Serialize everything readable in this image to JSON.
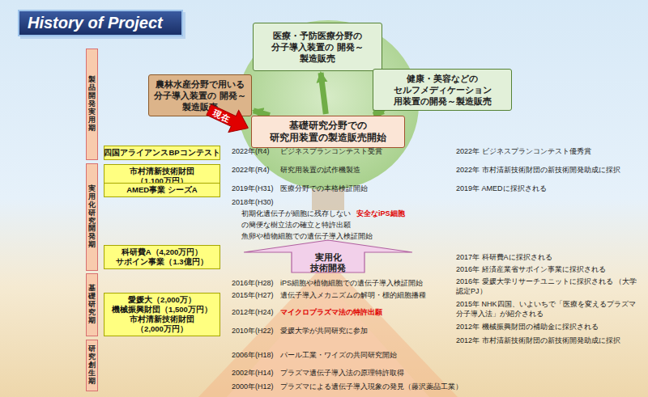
{
  "diagram": {
    "title": "History of Project",
    "nodes": [
      {
        "text": [
          "医療・予防医療分野の 分子導入装置の 開発～製造販売"
        ]
      },
      {
        "text": [
          "農林水産分野で用いる 分子導入装置の 開発～製造販売"
        ]
      },
      {
        "text": [
          "健康・美容などの セルフメディケーション 用装置の開発～製造販売"
        ]
      },
      {
        "text": [
          "現在"
        ]
      },
      {
        "text": [
          "基礎研究分野での 研究用装置の製造販売開始"
        ]
      },
      {
        "text": [
          "製品開発 実用期"
        ]
      },
      {
        "text": [
          "四国アライアンスBPコンテスト"
        ]
      },
      {
        "text": [
          "市村清新技術財団（1,100万円）"
        ]
      },
      {
        "text": [
          "AMED事業 シーズA"
        ]
      },
      {
        "text": [
          "実用化研究 開発期"
        ]
      },
      {
        "text": [
          "実用化 技術開発"
        ]
      },
      {
        "text": [
          "科研費A（4,200万円） サポイン事業（1.3億円）"
        ]
      },
      {
        "text": [
          "基礎研究期"
        ]
      },
      {
        "text": [
          "愛媛大（2,000万） 機械振興財団（1,500万円） 市村清新技術財団（2,000万円）"
        ]
      },
      {
        "text": [
          "研究創生期"
        ]
      }
    ],
    "edges": [
      {
        "from": 4,
        "to": 0,
        "arrow": "to"
      },
      {
        "from": 4,
        "to": 1,
        "arrow": "to"
      },
      {
        "from": 4,
        "to": 2,
        "arrow": "to"
      }
    ],
    "labels": [
      "2022年(R4)",
      "ビジネスプランコンテスト受賞",
      "2022年(R4)",
      "研究用装置の試作機製造",
      "2019年(H31)",
      "医療分野での本格検証開始",
      "2018年(H30)",
      "初期化遺伝子が細胞に残存しない",
      "安全なiPS細胞",
      "の簡便な樹立法の確立と特許出願",
      "魚卵や植物細胞での遺伝子導入検証開始",
      "2016年(H28)",
      "iPS細胞や植物細胞での遺伝子導入検証開始",
      "2015年(H27)",
      "遺伝子導入メカニズムの解明・標的細胞播種",
      "2012年(H24)",
      "マイクロプラズマ法の特許出願",
      "2010年(H22)",
      "愛媛大学が共同研究に参加",
      "2006年(H18)",
      "パール工業・ワイズの共同研究開始",
      "2002年(H14)",
      "プラズマ遺伝子導入法の原理特許取得",
      "2000年(H12)",
      "プラズマによる遺伝子導入現象の発見（藤沢薬品工業）",
      "2022年 ビジネスプランコンテスト優秀賞",
      "2022年 市村清新技術財団の新技術開発助成に採択",
      "2019年 AMEDに採択される",
      "2017年 科研費Aに採択される",
      "2016年 経済産業省サポイン事業に採択される",
      "2016年 愛媛大学リサーチユニットに採択される （大学認定PJ）",
      "2015年 NHK四国、いよいちで「医療を変えるプラズマ分子導入法」が紹介される",
      "2012年 機械振興財団の補助金に採択される",
      "2012年 市村清新技術財団の新技術開発助成に採択"
    ]
  }
}
